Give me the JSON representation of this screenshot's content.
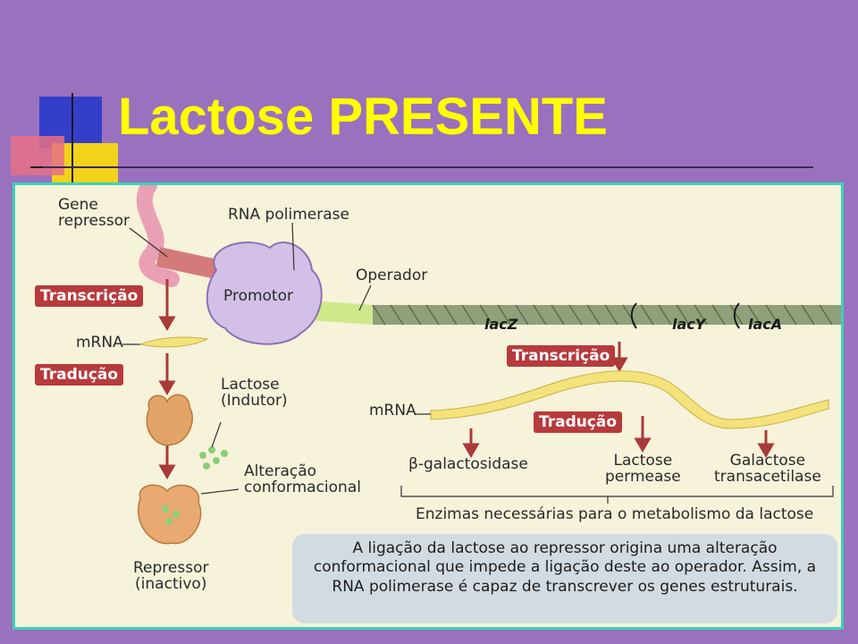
{
  "slide": {
    "title": "Lactose PRESENTE"
  },
  "diagram": {
    "labels": {
      "gene_repressor": "Gene\nrepressor",
      "rna_polimerase": "RNA polimerase",
      "operador": "Operador",
      "promotor": "Promotor",
      "mrna_left": "mRNA",
      "mrna_right": "mRNA",
      "lactose_indutor": "Lactose\n(Indutor)",
      "alteracao": "Alteração\nconformacional",
      "repressor_inactivo": "Repressor\n(inactivo)",
      "beta_gal": "β-galactosidase",
      "lactose_permease": "Lactose\npermease",
      "galactose_transacetilase": "Galactose\ntransacetilase",
      "enzimas": "Enzimas necessárias para o metabolismo da lactose"
    },
    "tags": {
      "transcricao_left": "Transcrição",
      "traducao_left": "Tradução",
      "transcricao_right": "Transcrição",
      "traducao_right": "Tradução"
    },
    "genes": {
      "lacz": "lacZ",
      "lacy": "lacY",
      "laca": "lacA"
    },
    "caption": "A ligação da lactose ao repressor origina uma alteração conformacional que impede a ligação deste ao operador. Assim, a RNA polimerase é capaz de transcrever os genes estruturais.",
    "colors": {
      "tag": "#b73a3c",
      "dna": "#8fa07a",
      "mrna": "#f4e27a",
      "repressor_protein": "#e3a468",
      "polymerase": "#d3c0e6",
      "inducer": "#8ccf7a"
    }
  },
  "decorations": {
    "corner_squares": [
      "#2e3cc9",
      "#f2d21b",
      "#e35a6c"
    ]
  }
}
